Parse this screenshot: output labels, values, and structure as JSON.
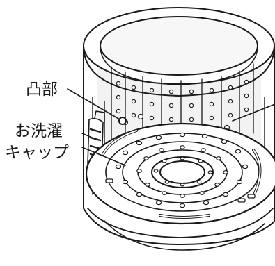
{
  "labels": {
    "boss": "凸部",
    "cap_line1": "お洗濯",
    "cap_line2": "キャップ"
  },
  "colors": {
    "stroke": "#1a1a1a",
    "background": "#ffffff",
    "shade": "#e6e6e6"
  }
}
